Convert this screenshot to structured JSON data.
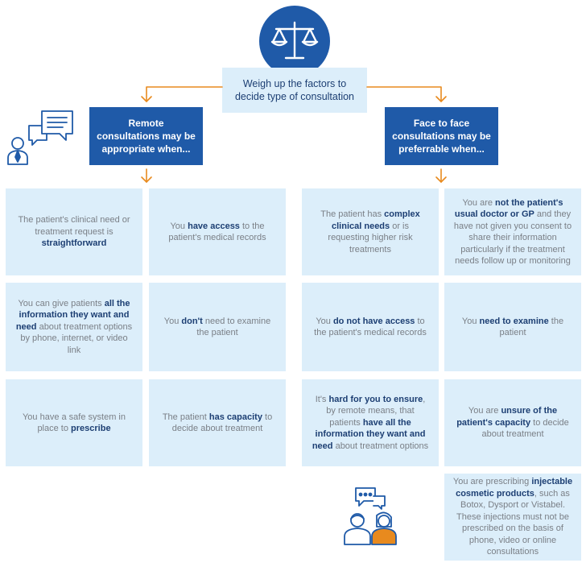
{
  "top": {
    "icon": "scales-icon",
    "text": "Weigh up the factors to decide type of consultation"
  },
  "headers": {
    "remote": "Remote consultations may be appropriate when...",
    "face": "Face to face consultations may be preferrable when..."
  },
  "icons": {
    "remote_person": "person-with-chat-bubbles-icon",
    "two_people": "two-people-chat-icon"
  },
  "colors": {
    "dark_blue": "#1f5aa8",
    "light_blue": "#dceefa",
    "arrow_orange": "#e88a1e",
    "bold_text": "#1d3f73",
    "body_text": "#7a7f86"
  },
  "remote_cards": [
    [
      {
        "t": "The patient's clinical need or treatment request is ",
        "b": false
      },
      {
        "t": "straightforward",
        "b": true
      }
    ],
    [
      {
        "t": "You ",
        "b": false
      },
      {
        "t": "have access",
        "b": true
      },
      {
        "t": " to the patient's medical records",
        "b": false
      }
    ],
    [
      {
        "t": "You can give patients ",
        "b": false
      },
      {
        "t": "all the information they want and need",
        "b": true
      },
      {
        "t": " about treatment options by phone, internet, or video link",
        "b": false
      }
    ],
    [
      {
        "t": "You ",
        "b": false
      },
      {
        "t": "don't",
        "b": true
      },
      {
        "t": " need to examine the patient",
        "b": false
      }
    ],
    [
      {
        "t": "You have a safe system in place to ",
        "b": false
      },
      {
        "t": "prescribe",
        "b": true
      }
    ],
    [
      {
        "t": "The patient ",
        "b": false
      },
      {
        "t": "has capacity",
        "b": true
      },
      {
        "t": " to decide about treatment",
        "b": false
      }
    ]
  ],
  "face_cards": [
    [
      {
        "t": "The patient has ",
        "b": false
      },
      {
        "t": "complex clinical needs",
        "b": true
      },
      {
        "t": " or is requesting higher risk treatments",
        "b": false
      }
    ],
    [
      {
        "t": "You are ",
        "b": false
      },
      {
        "t": "not the patient's usual doctor or GP",
        "b": true
      },
      {
        "t": " and they have not given you consent to share their information particularly if the treatment needs follow up or monitoring",
        "b": false
      }
    ],
    [
      {
        "t": "You ",
        "b": false
      },
      {
        "t": "do not have access",
        "b": true
      },
      {
        "t": " to the patient's medical records",
        "b": false
      }
    ],
    [
      {
        "t": "You ",
        "b": false
      },
      {
        "t": "need to examine",
        "b": true
      },
      {
        "t": " the patient",
        "b": false
      }
    ],
    [
      {
        "t": "It's ",
        "b": false
      },
      {
        "t": "hard for you to ensure",
        "b": true
      },
      {
        "t": ", by remote means, that patients ",
        "b": false
      },
      {
        "t": "have all the information they want and need",
        "b": true
      },
      {
        "t": " about treatment options",
        "b": false
      }
    ],
    [
      {
        "t": "You are ",
        "b": false
      },
      {
        "t": "unsure of the patient's capacity",
        "b": true
      },
      {
        "t": " to decide about treatment",
        "b": false
      }
    ],
    [
      {
        "t": "You are prescribing ",
        "b": false
      },
      {
        "t": "injectable cosmetic products",
        "b": true
      },
      {
        "t": ", such as Botox, Dysport or Vistabel. These injections must not be prescribed on the basis of phone, video or online consultations",
        "b": false
      }
    ]
  ]
}
